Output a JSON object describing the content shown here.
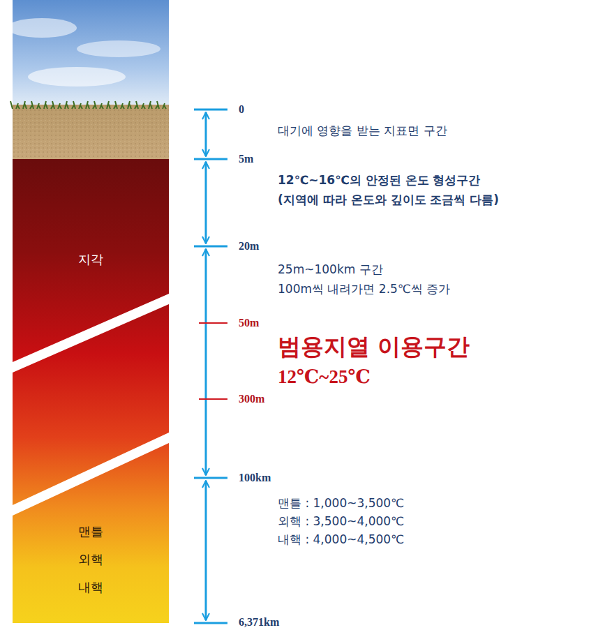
{
  "diagram": {
    "labels": [
      "0",
      "대기에 영향을 받는 지표면 구간",
      "5m",
      "12℃~16℃의 안정된 온도 형성구간",
      "(지역에 따라 온도와 깊이도 조금씩 다름)",
      "20m",
      "25m~100km 구간",
      "100m씩 내려가면 2.5℃씩 증가",
      "50m",
      "범용지열 이용구간",
      "12℃~25℃",
      "300m",
      "100km",
      "맨틀 : 1,000~3,500℃",
      "외핵 : 3,500~4,000℃",
      "내핵 : 4,000~4,500℃",
      "6,371km",
      "지각",
      "맨틀",
      "외핵",
      "내핵"
    ]
  }
}
